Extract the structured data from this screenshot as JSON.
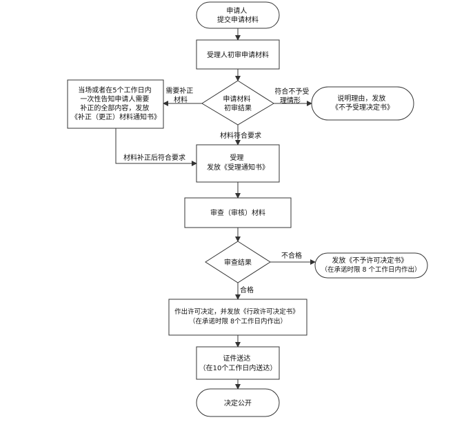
{
  "nodes": {
    "start": [
      "申请人",
      "提交申请材料"
    ],
    "prelim_review": [
      "受理人初审申请材料"
    ],
    "decision_materials": [
      "申请材料",
      "初审结果"
    ],
    "supplement": [
      "当场或者在5个工作日内",
      "一次性告知申请人需要",
      "补正的全部内容，发放",
      "《补正（更正）材料通知书》"
    ],
    "reject_accept": [
      "说明理由，发放",
      "《不予受理决定书》"
    ],
    "accept": [
      "受理",
      "发放《受理通知书》"
    ],
    "examine": [
      "审查（审核）材料"
    ],
    "decision_review": [
      "审查结果"
    ],
    "not_permit": [
      "发放《不予许可决定书》",
      "（在承诺时限 8 个工作日内作出）"
    ],
    "permit": [
      "作出许可决定，并发放《行政许可决定书》",
      "（在承诺时限  8个工作日内作出）"
    ],
    "deliver": [
      "证件送达",
      "（在10个工作日内送达）"
    ],
    "publish": [
      "决定公开"
    ]
  },
  "edges": {
    "need_supplement": [
      "需要补正",
      "材料"
    ],
    "not_meet": [
      "符合不予受",
      "理情形"
    ],
    "meets": [
      "材料符合要求"
    ],
    "after_supplement": [
      "材料补正后符合要求"
    ],
    "fail": [
      "不合格"
    ],
    "pass": [
      "合格"
    ]
  },
  "colors": {
    "stroke": "#333333",
    "fill": "#ffffff",
    "text": "#111111"
  }
}
